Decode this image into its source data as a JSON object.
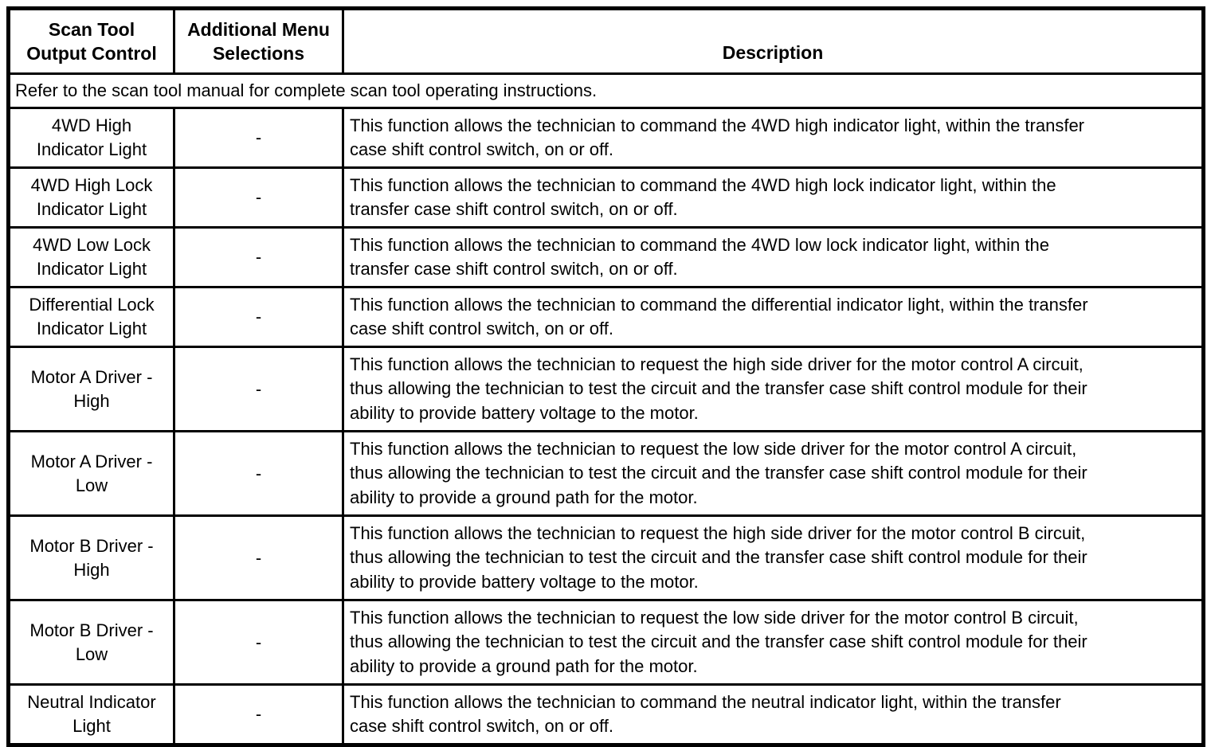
{
  "table": {
    "headers": [
      "Scan Tool\nOutput Control",
      "Additional Menu\nSelections",
      "Description"
    ],
    "note": "Refer to the scan tool manual for complete scan tool operating instructions.",
    "rows": [
      {
        "control": "4WD High\nIndicator Light",
        "menu": "-",
        "description": "This function allows the technician to command the 4WD high indicator light, within the transfer\ncase shift control switch, on or off."
      },
      {
        "control": "4WD High Lock\nIndicator Light",
        "menu": "-",
        "description": "This function allows the technician to command the 4WD high lock indicator light, within the\ntransfer case shift control switch, on or off."
      },
      {
        "control": "4WD Low Lock\nIndicator Light",
        "menu": "-",
        "description": "This function allows the technician to command the 4WD low lock indicator light, within the\ntransfer case shift control switch, on or off."
      },
      {
        "control": "Differential Lock\nIndicator Light",
        "menu": "-",
        "description": "This function allows the technician to command the differential indicator light, within the transfer\ncase shift control switch, on or off."
      },
      {
        "control": "Motor A Driver -\nHigh",
        "menu": "-",
        "description": "This function allows the technician to request the high side driver for the motor control A circuit,\nthus allowing the technician to test the circuit and the transfer case shift control module for their\nability to provide battery voltage to the motor."
      },
      {
        "control": "Motor A Driver -\nLow",
        "menu": "-",
        "description": "This function allows the technician to request the low side driver for the motor control A circuit,\nthus allowing the technician to test the circuit and the transfer case shift control module for their\nability to provide a ground path for the motor."
      },
      {
        "control": "Motor B Driver -\nHigh",
        "menu": "-",
        "description": "This function allows the technician to request the high side driver for the motor control B circuit,\nthus allowing the technician to test the circuit and the transfer case shift control module for their\nability to provide battery voltage to the motor."
      },
      {
        "control": "Motor B Driver -\nLow",
        "menu": "-",
        "description": "This function allows the technician to request the low side driver for the motor control B circuit,\nthus allowing the technician to test the circuit and the transfer case shift control module for their\nability to provide a ground path for the motor."
      },
      {
        "control": "Neutral Indicator\nLight",
        "menu": "-",
        "description": "This function allows the technician to command the neutral indicator light, within the transfer\ncase shift control switch, on or off."
      }
    ],
    "colors": {
      "border": "#000000",
      "text": "#000000",
      "background": "#ffffff"
    }
  }
}
